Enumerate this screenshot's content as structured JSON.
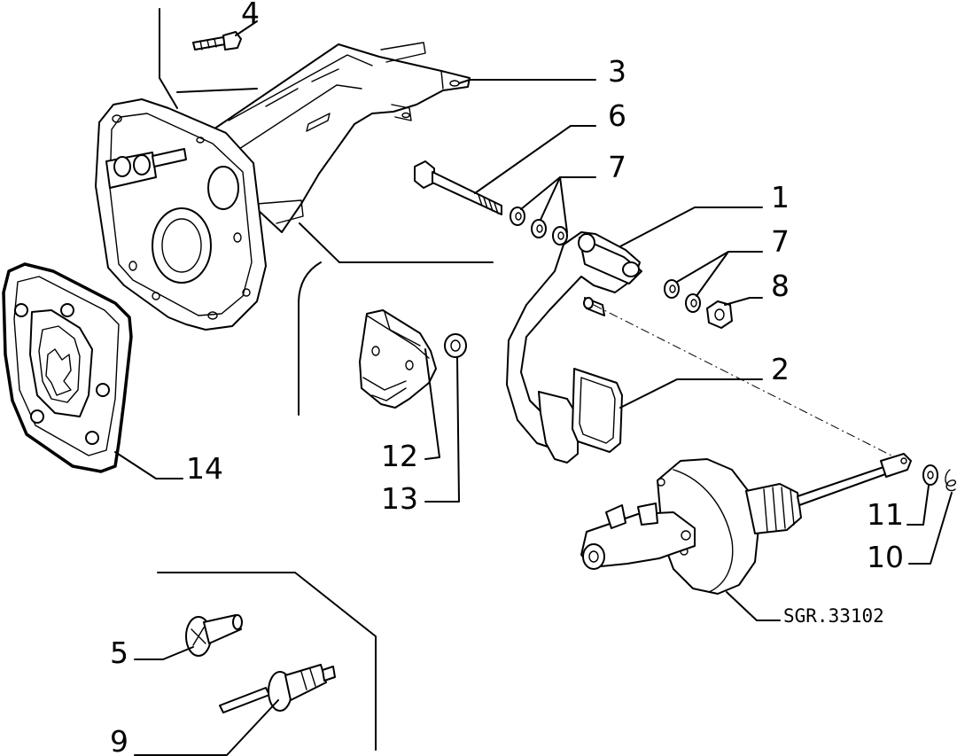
{
  "diagram": {
    "code": "SGR.33102",
    "callouts": [
      {
        "id": "c1",
        "text": "1"
      },
      {
        "id": "c2",
        "text": "2"
      },
      {
        "id": "c3",
        "text": "3"
      },
      {
        "id": "c4",
        "text": "4"
      },
      {
        "id": "c5",
        "text": "5"
      },
      {
        "id": "c6",
        "text": "6"
      },
      {
        "id": "c7a",
        "text": "7"
      },
      {
        "id": "c7b",
        "text": "7"
      },
      {
        "id": "c8",
        "text": "8"
      },
      {
        "id": "c9",
        "text": "9"
      },
      {
        "id": "c10",
        "text": "10"
      },
      {
        "id": "c11",
        "text": "11"
      },
      {
        "id": "c12",
        "text": "12"
      },
      {
        "id": "c13",
        "text": "13"
      },
      {
        "id": "c14",
        "text": "14"
      }
    ]
  }
}
